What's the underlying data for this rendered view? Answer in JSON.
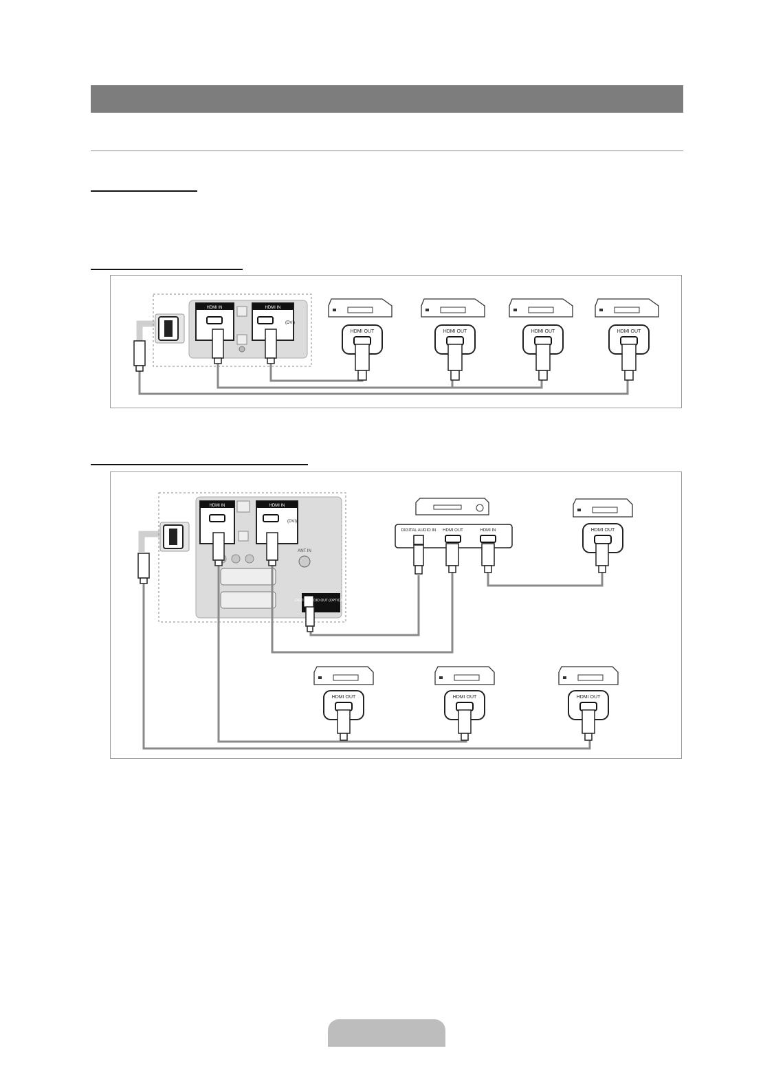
{
  "labels": {
    "hdmi_out": "HDMI OUT",
    "hdmi_in": "HDMI IN",
    "digital_audio_in": "DIGITAL AUDIO IN",
    "digital_audio_out": "DIGITAL AUDIO OUT (OPTICAL)",
    "dvi": "(DVI)",
    "ant_in": "ANT IN"
  },
  "diagram1": {
    "source_devices": [
      {
        "port": "HDMI OUT"
      },
      {
        "port": "HDMI OUT"
      },
      {
        "port": "HDMI OUT"
      },
      {
        "port": "HDMI OUT"
      }
    ]
  },
  "diagram2": {
    "receiver_ports": [
      "DIGITAL AUDIO IN",
      "HDMI OUT",
      "HDMI IN"
    ],
    "top_device_port": "HDMI OUT",
    "bottom_devices": [
      {
        "port": "HDMI OUT"
      },
      {
        "port": "HDMI OUT"
      },
      {
        "port": "HDMI OUT"
      }
    ]
  },
  "colors": {
    "header_bar": "#7d7d7d",
    "cable": "#8a8a8a",
    "panel_bg": "#dcdcdc",
    "page_tab": "#bdbdbd"
  }
}
